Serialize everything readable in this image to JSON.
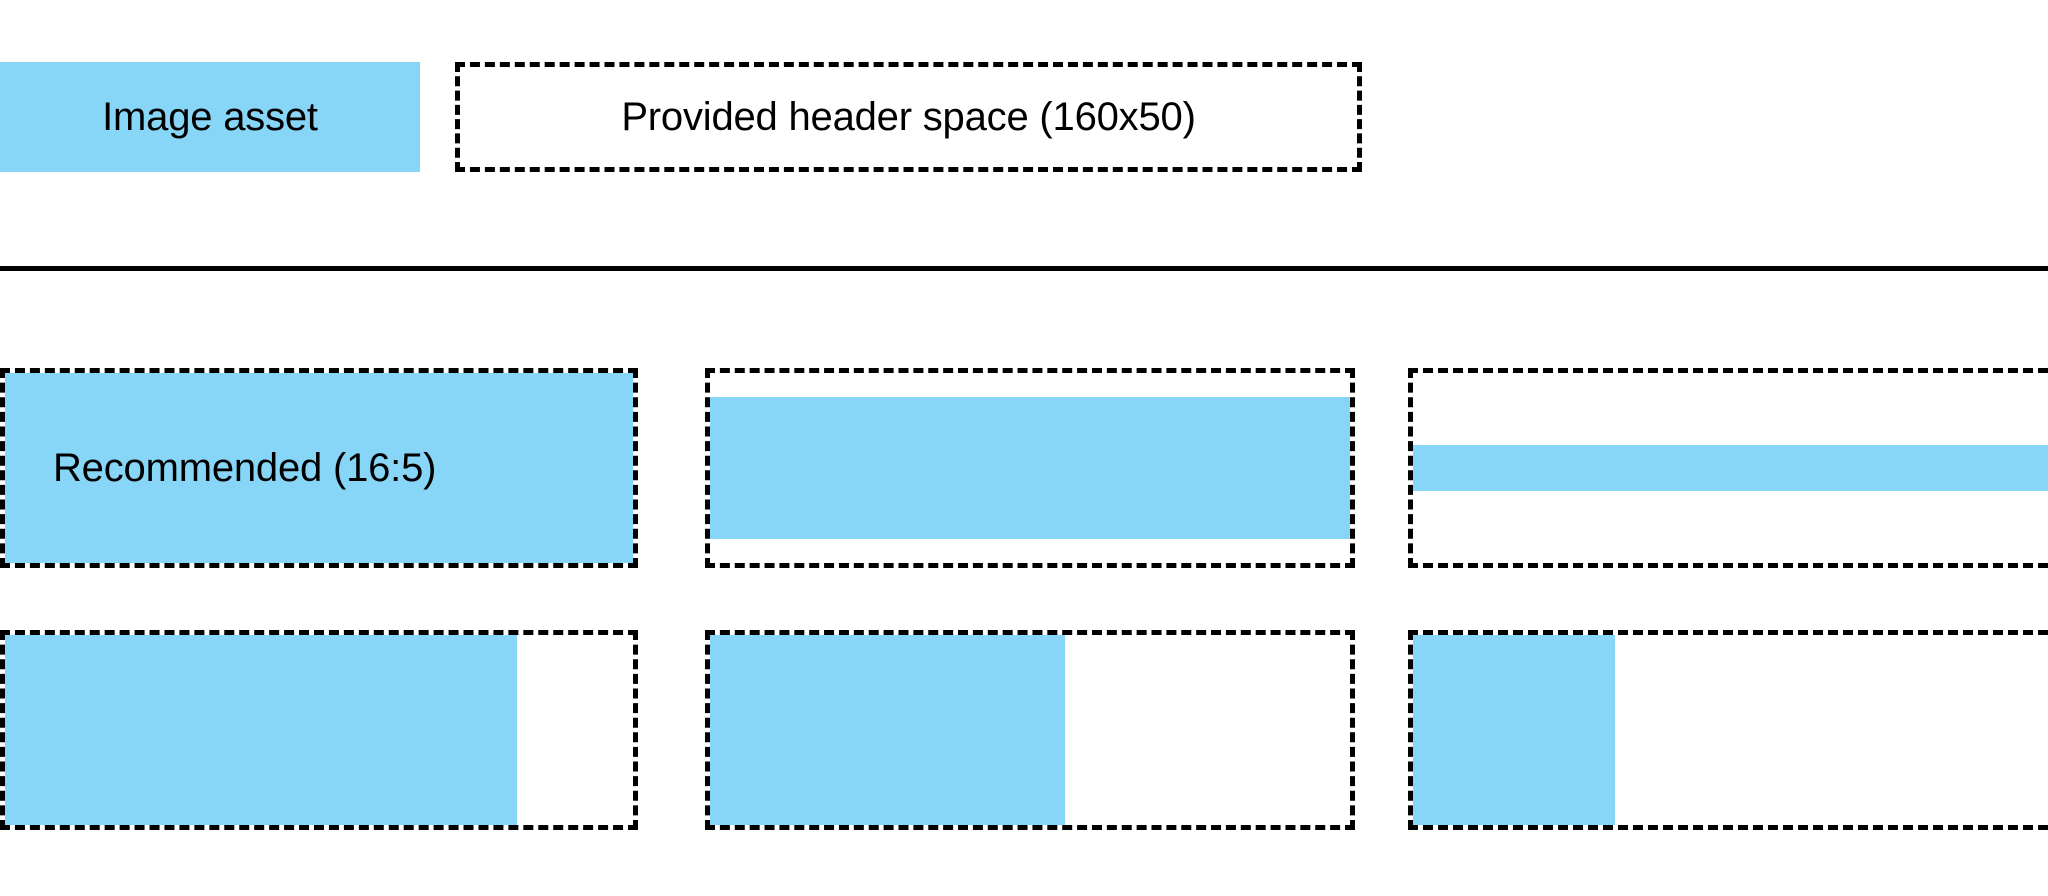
{
  "colors": {
    "accent": "#87D6F7",
    "outline": "#000000",
    "background": "#ffffff"
  },
  "header": {
    "asset_chip_label": "Image asset",
    "provided_space_label": "Provided header space (160x50)"
  },
  "grid": {
    "recommended_label": "Recommended (16:5)",
    "rows": [
      {
        "name": "vertical-fit-row",
        "cells": [
          {
            "name": "cell-recommended",
            "fill": "full",
            "has_label": true
          },
          {
            "name": "cell-vertical-inset",
            "fill": "inset-vertical",
            "has_label": false
          },
          {
            "name": "cell-vertical-band",
            "fill": "thin-band",
            "has_label": false
          }
        ]
      },
      {
        "name": "horizontal-fit-row",
        "cells": [
          {
            "name": "cell-wide-fill",
            "fill": "wide",
            "has_label": false
          },
          {
            "name": "cell-medium-fill",
            "fill": "medium",
            "has_label": false
          },
          {
            "name": "cell-narrow-fill",
            "fill": "narrow",
            "has_label": false
          }
        ]
      }
    ]
  }
}
